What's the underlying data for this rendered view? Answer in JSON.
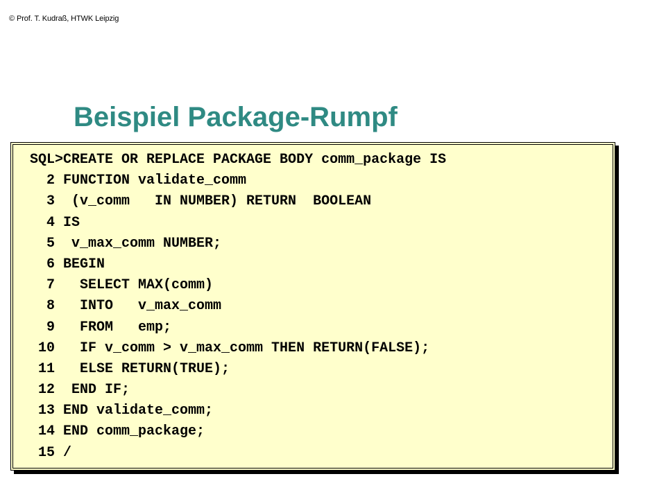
{
  "header": {
    "copyright": "© Prof. T. Kudraß, HTWK Leipzig"
  },
  "slide": {
    "title": "Beispiel Package-Rumpf"
  },
  "code": {
    "lines": [
      "SQL>CREATE OR REPLACE PACKAGE BODY comm_package IS",
      "  2 FUNCTION validate_comm",
      "  3  (v_comm   IN NUMBER) RETURN  BOOLEAN",
      "  4 IS",
      "  5  v_max_comm NUMBER;",
      "  6 BEGIN",
      "  7   SELECT MAX(comm)",
      "  8   INTO   v_max_comm",
      "  9   FROM   emp;",
      " 10   IF v_comm > v_max_comm THEN RETURN(FALSE);",
      " 11   ELSE RETURN(TRUE);",
      " 12  END IF;",
      " 13 END validate_comm;",
      " 14 END comm_package;",
      " 15 /"
    ]
  },
  "colors": {
    "title": "#2f8a83",
    "code_background": "#ffffcc",
    "code_border": "#000000",
    "shadow": "#000000"
  }
}
